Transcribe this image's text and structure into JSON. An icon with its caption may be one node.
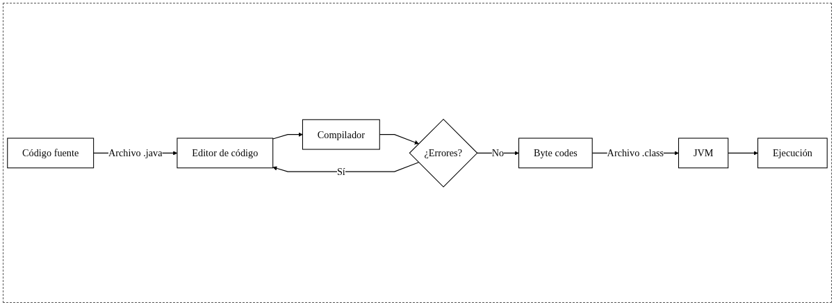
{
  "diagram": {
    "nodes": [
      {
        "text": [
          "Código fuente"
        ]
      },
      {
        "text": [
          "Editor de código"
        ]
      },
      {
        "text": [
          "Compilador"
        ]
      },
      {
        "text": [
          "¿Errores?"
        ]
      },
      {
        "text": [
          "Byte codes"
        ]
      },
      {
        "text": [
          "JVM"
        ]
      },
      {
        "text": [
          "Ejecución"
        ]
      }
    ],
    "edges": [
      {
        "from": 0,
        "to": 1,
        "arrow": "to",
        "label": "Archivo .java"
      },
      {
        "from": 1,
        "to": 2,
        "arrow": "to"
      },
      {
        "from": 2,
        "to": 3,
        "arrow": "to"
      },
      {
        "from": 3,
        "to": 1,
        "arrow": "to",
        "label": "Sí"
      },
      {
        "from": 3,
        "to": 4,
        "arrow": "to",
        "label": "No"
      },
      {
        "from": 4,
        "to": 5,
        "arrow": "to",
        "label": "Archivo .class"
      },
      {
        "from": 5,
        "to": 6,
        "arrow": "to"
      }
    ]
  }
}
